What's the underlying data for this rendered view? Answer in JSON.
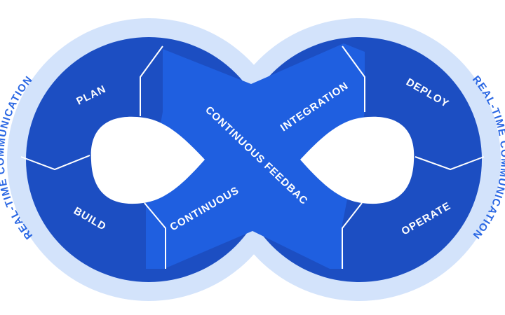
{
  "colors": {
    "halo": "#d3e3fb",
    "loop_left": "#1c4ec2",
    "loop_right": "#1c4ec2",
    "band": "#1f5fe0",
    "band_edge": "#1650d8",
    "divider": "#ffffff",
    "ring_text": "#2a67e3",
    "segment_text": "#ffffff"
  },
  "segments": {
    "plan": "PLAN",
    "build": "BUILD",
    "continuous": "CONTINUOUS",
    "continuous_feedback": "CONTINUOUS FEEDBACK",
    "integration": "INTEGRATION",
    "deploy": "DEPLOY",
    "operate": "OPERATE"
  },
  "ring": {
    "left": "REAL-TIME COMMUNICATION",
    "right": "REAL-TIME COMMUNICATION"
  }
}
